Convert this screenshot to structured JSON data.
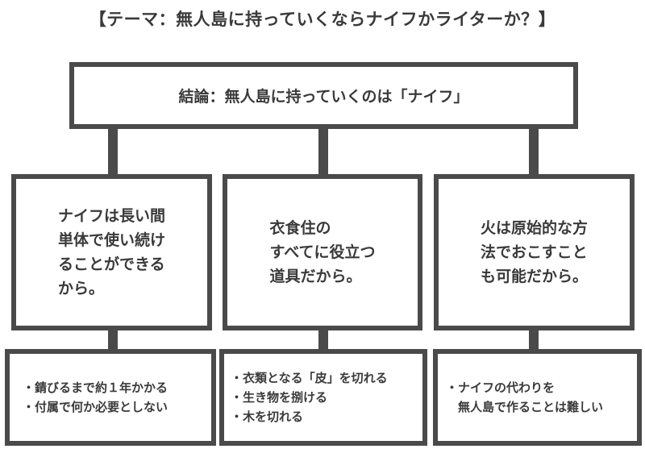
{
  "title": "【テーマ：無人島に持っていくならナイフかライターか？】",
  "conclusion": "結論：無人島に持っていくのは「ナイフ」",
  "reasons": [
    {
      "lines": [
        "ナイフは長い間",
        "単体で使い続け",
        "ることができる",
        "から。"
      ]
    },
    {
      "lines": [
        "衣食住の",
        "すべてに役立つ",
        "道具だから。"
      ]
    },
    {
      "lines": [
        "火は原始的な方",
        "法でおこすこと",
        "も可能だから。"
      ]
    }
  ],
  "details": [
    {
      "items": [
        "錆びるまで約１年かかる",
        "付属で何か必要としない"
      ]
    },
    {
      "items": [
        "衣類となる「皮」を切れる",
        "生き物を捌ける",
        "木を切れる"
      ]
    },
    {
      "items": [
        "ナイフの代わりを",
        "無人島で作ることは難しい"
      ]
    }
  ]
}
